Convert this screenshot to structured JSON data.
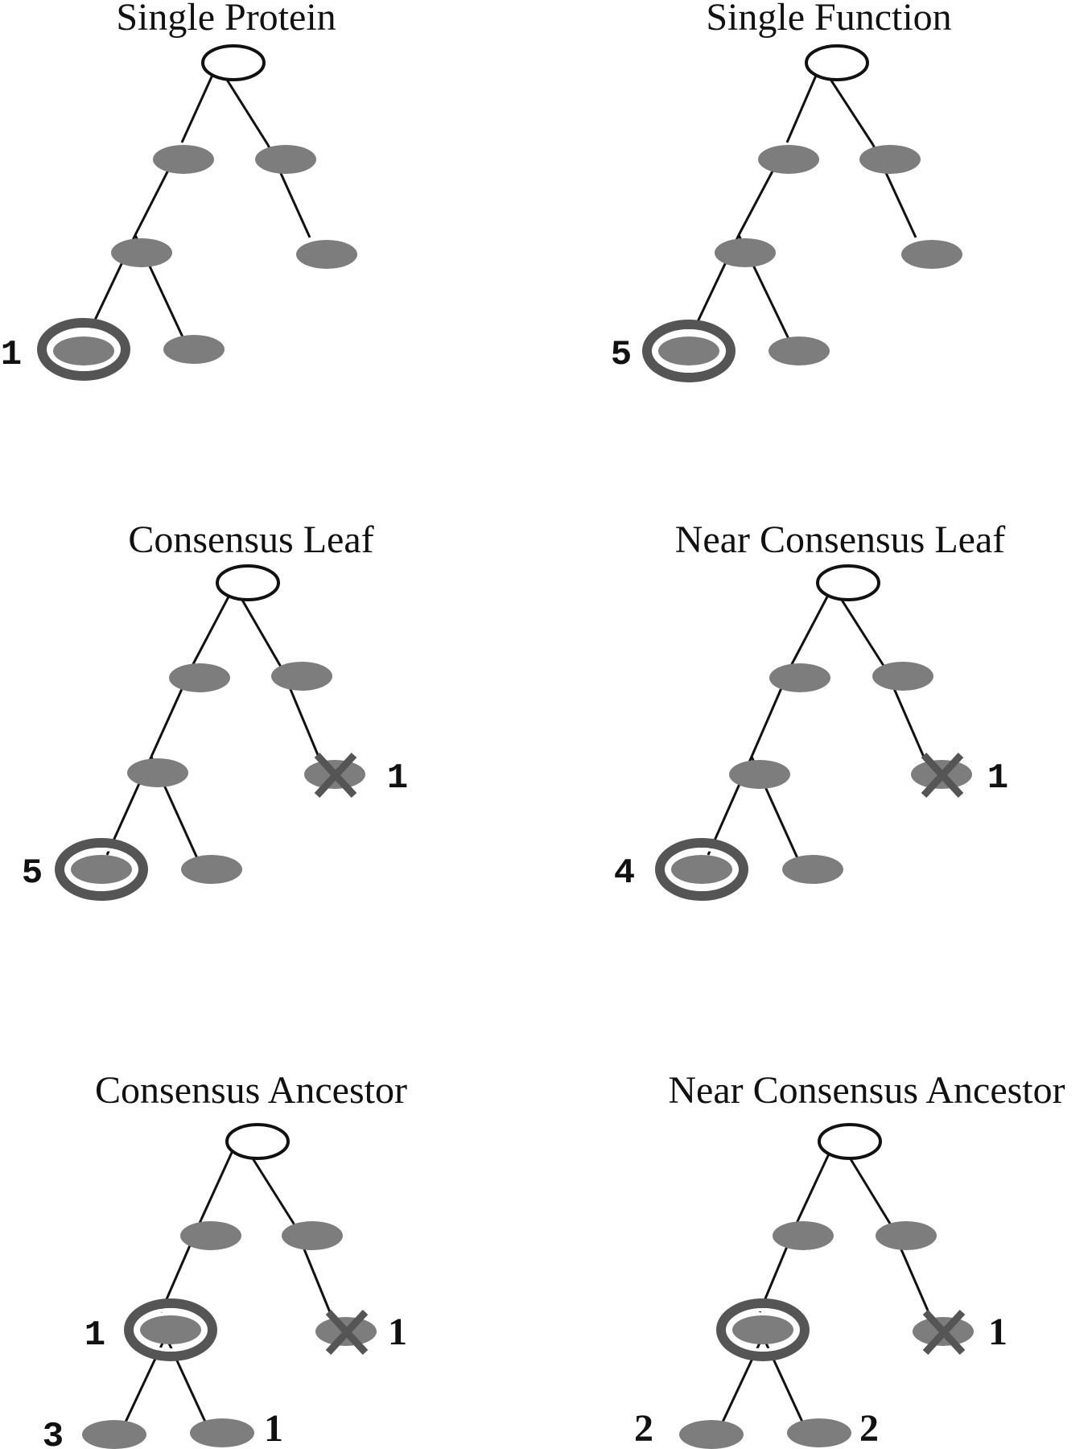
{
  "panels": [
    {
      "title": "Single Protein",
      "labels": [
        "1"
      ]
    },
    {
      "title": "Single Function",
      "labels": [
        "5"
      ]
    },
    {
      "title": "Consensus Leaf",
      "labels": [
        "5",
        "1"
      ]
    },
    {
      "title": "Near Consensus Leaf",
      "labels": [
        "4",
        "1"
      ]
    },
    {
      "title": "Consensus Ancestor",
      "labels": [
        "1",
        "1",
        "3",
        "1"
      ]
    },
    {
      "title": "Near Consensus Ancestor",
      "labels": [
        "1",
        "2",
        "2"
      ]
    }
  ],
  "colors": {
    "node_fill": "#7d7d7d",
    "marker": "#555555",
    "root_fill": "#ffffff",
    "line": "#111111"
  }
}
